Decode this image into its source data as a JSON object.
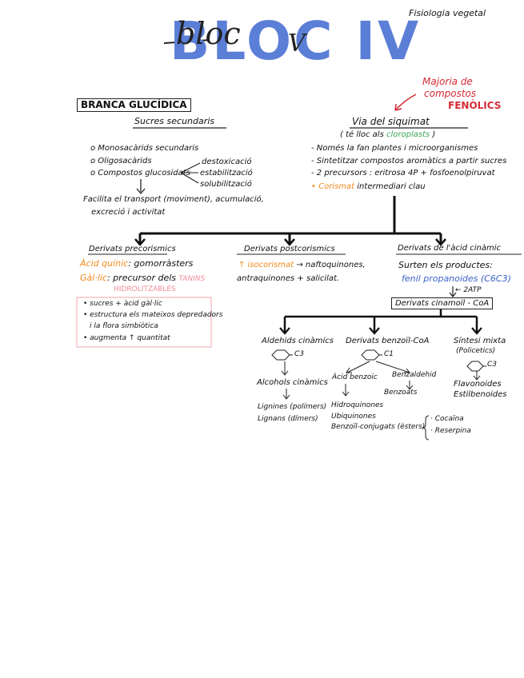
{
  "header": {
    "title": "BLOC IV",
    "overwrite": "bloc",
    "overwrite_numeral": "V",
    "subject": "Fisiologia vegetal"
  },
  "note": {
    "line1": "Majoria de",
    "line2": "compostos",
    "line3": "FENÒLICS"
  },
  "left": {
    "heading": "BRANCA GLUCÍDICA",
    "subheading": "Sucres secundaris",
    "items": [
      "o Monosacàrids secundaris",
      "o Oligosacàrids",
      "o Compostos glucosidats"
    ],
    "effects": [
      "destoxicació",
      "estabilització",
      "solubilització"
    ],
    "function_line1": "Facilita el transport (moviment), acumulació,",
    "function_line2": "excreció i activitat"
  },
  "right": {
    "heading": "Via del siquimat",
    "sub_prefix": "( té lloc als",
    "sub_green": "cloroplasts",
    "sub_suffix": ")",
    "bullets": [
      "- Només la fan plantes i microorganismes",
      "- Sintetitzar compostos aromàtics a partir sucres",
      "- 2 precursors : eritrosa 4P + fosfoenolpiruvat"
    ],
    "corismat_bullet": "•",
    "corismat_word": "Corismat",
    "corismat_rest": "intermediari clau"
  },
  "branches": {
    "pre": {
      "heading": "Derivats precorismics",
      "acid_q": "Àcid quínic",
      "acid_q_rest": ": gomorràsters",
      "galic": "Gàl·lic",
      "galic_rest": ": precursor dels",
      "taninos": "TANINS",
      "hydro": "HIDROLITZABLES",
      "list": [
        "• sucres + àcid gàl·lic",
        "• estructura els mateixos depredadors",
        "i la flora simbiòtica",
        "• augmenta ↑ quantitat"
      ]
    },
    "post": {
      "heading": "Derivats postcorismics",
      "line1_orange": "↑ isocorismat",
      "line1_rest": "→ naftoquinones,",
      "line2": "antraquinones + salicilat."
    },
    "cin": {
      "heading": "Derivats de l'àcid cinàmic",
      "line1": "Surten els productes:",
      "fenil": "fenil propanoides (C6C3)",
      "atp": "← 2ATP",
      "box": "Derivats cinamoïl - CoA"
    }
  },
  "sub": {
    "aldeh": {
      "heading": "Aldehids cinàmics",
      "label": "C3",
      "line1": "Alcohols cinàmics",
      "line2": "Lignines (polímers)",
      "line3": "Lignans (dímers)"
    },
    "benz": {
      "heading": "Derivats benzoïl-CoA",
      "label": "C1",
      "left": "Àcid benzoic",
      "right": "Benzaldehid",
      "right2": "Benzoats",
      "line1": "Hidroquinones",
      "line2": "Ubiquinones",
      "line3": "Benzoïl-conjugats (èsters)",
      "brace1": "· Cocaïna",
      "brace2": "· Reserpina"
    },
    "mixt": {
      "heading": "Síntesi mixta",
      "sub": "(Policetics)",
      "label": "C3",
      "line1": "Flavonoides",
      "line2": "Estilbenoides"
    }
  }
}
